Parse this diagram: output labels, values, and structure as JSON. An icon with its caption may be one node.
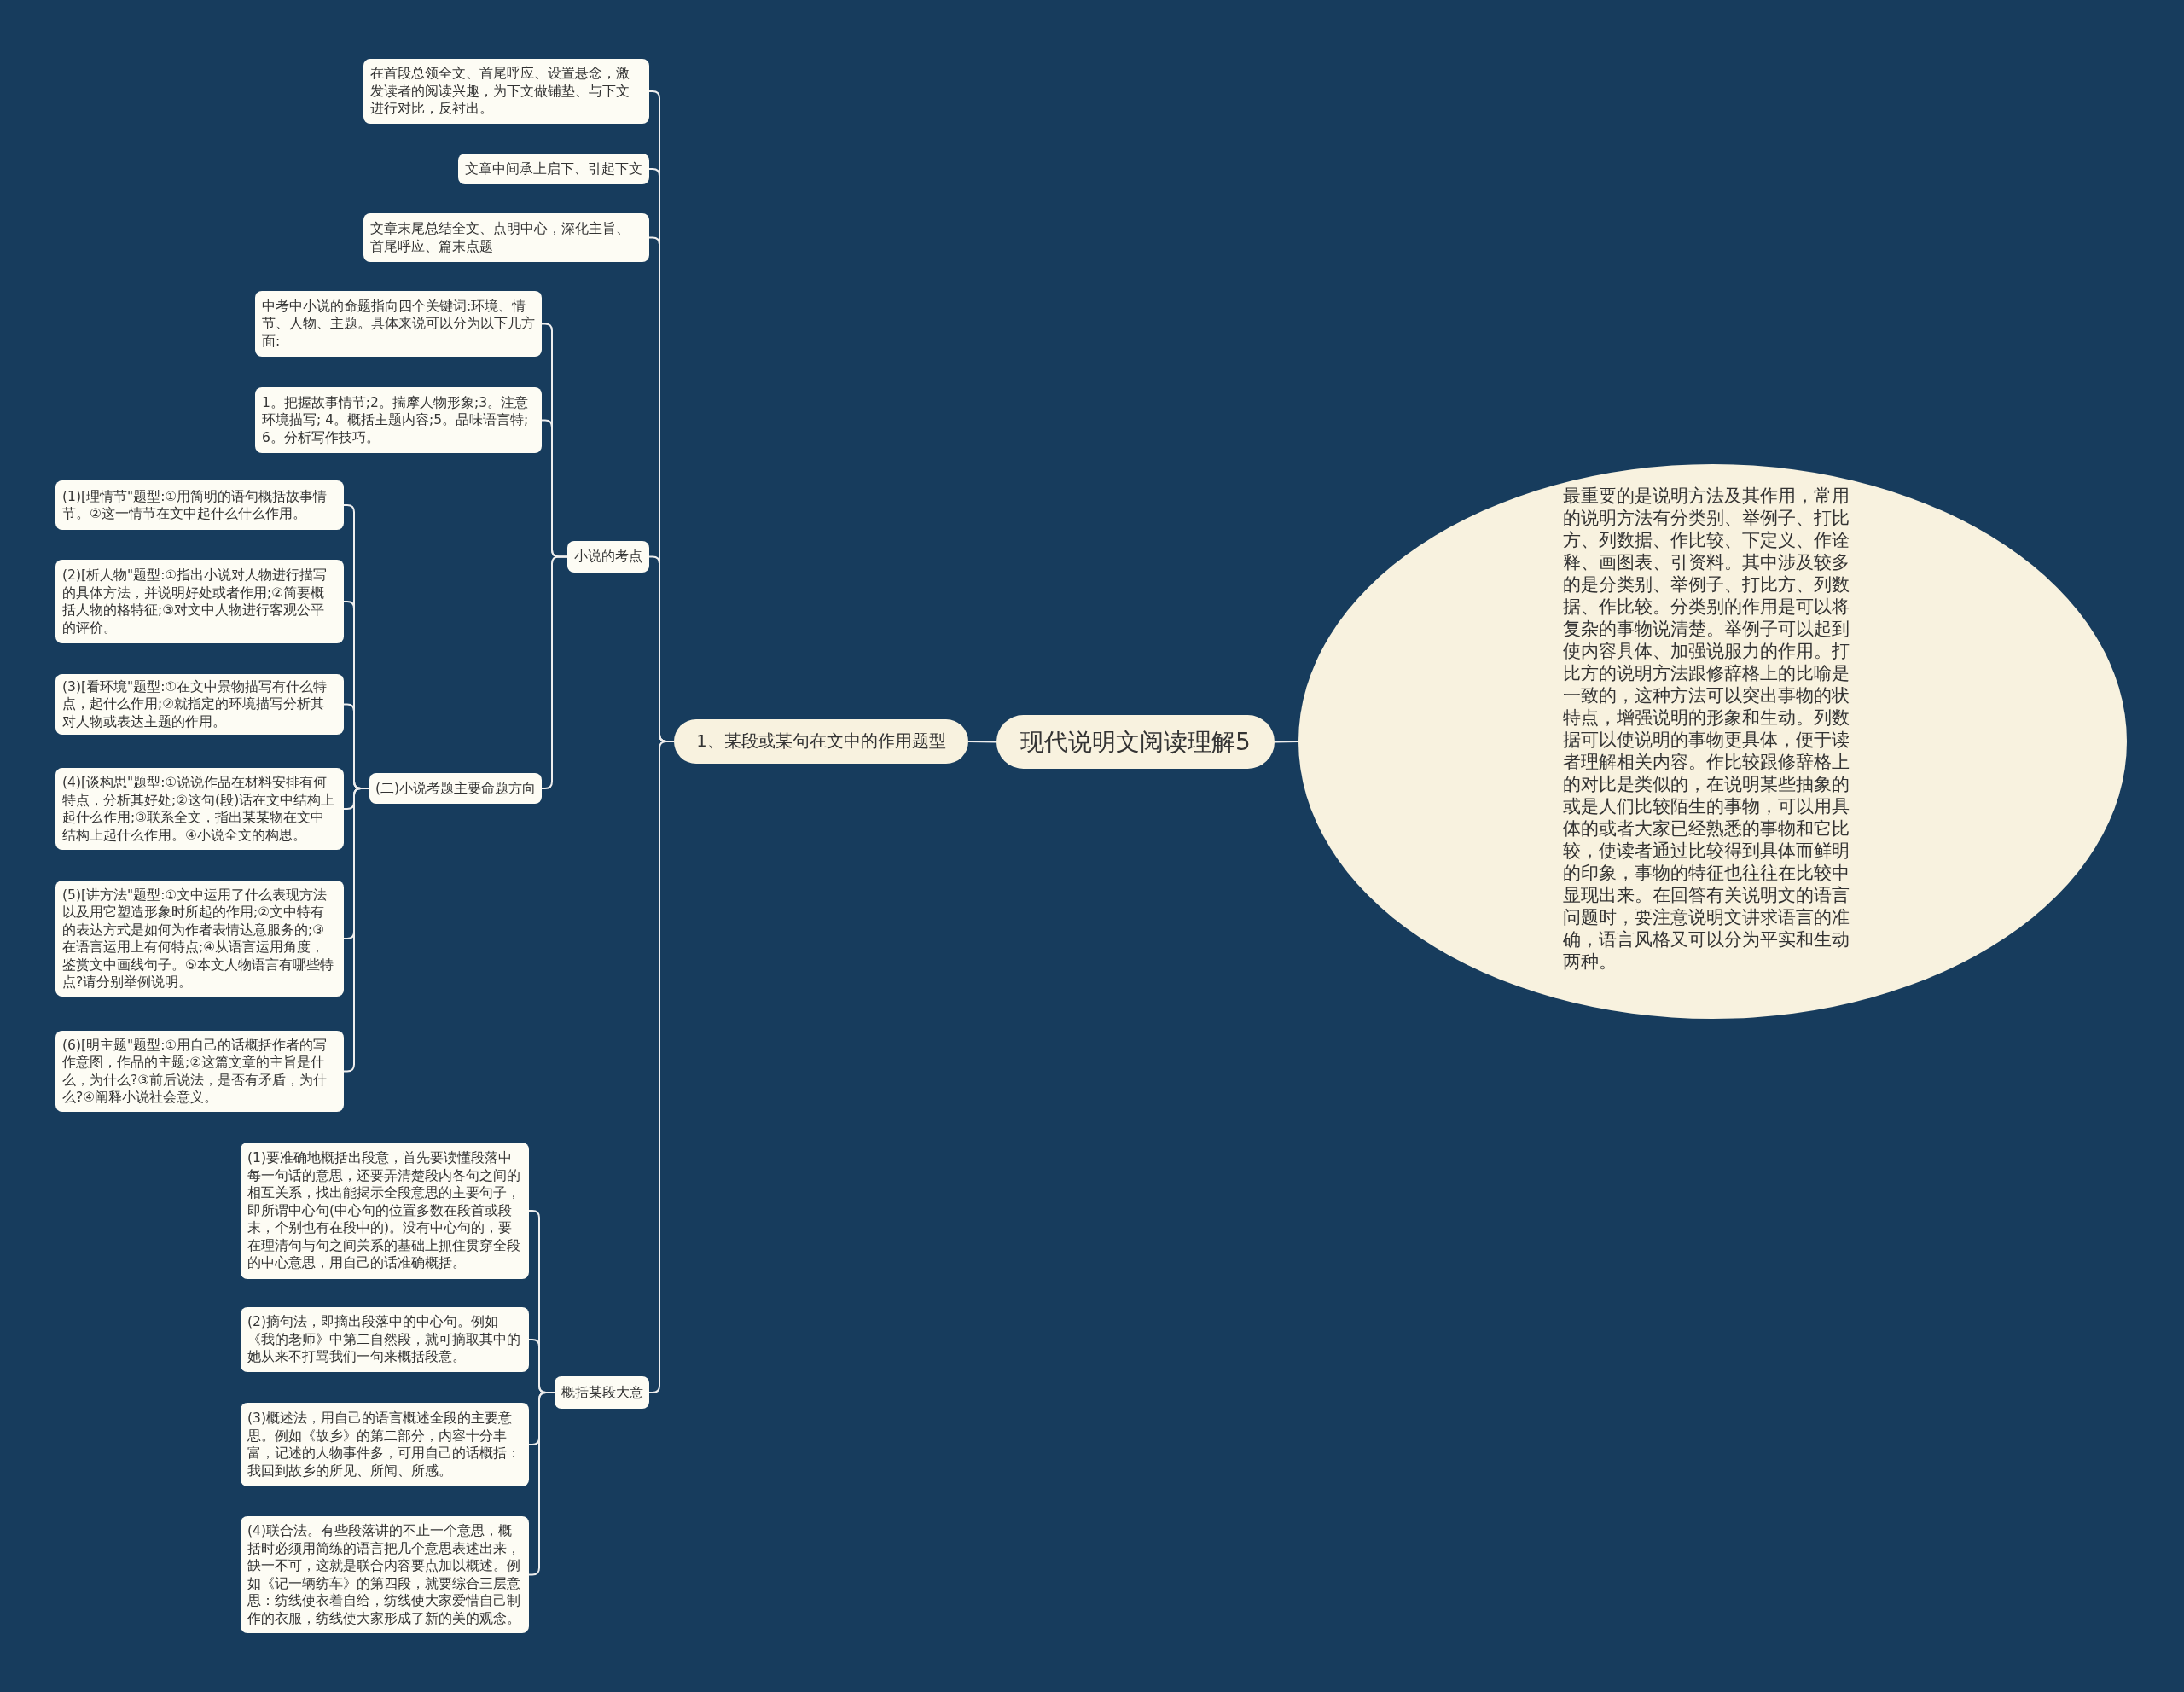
{
  "diagram": {
    "nodes": [
      {
        "text": [
          "现代说明文阅读理解5"
        ]
      },
      {
        "text": [
          "最重要的是说明方法及其作用，常用的说明方法有分类别、举例子、打比方、列数据、作比较、下定义、作诠释、画图表、引资料。其中涉及较多的是分类别、举例子、打比方、列数据、作比较。分类别的作用是可以将复杂的事物说清楚。举例子可以起到使内容具体、加强说服力的作用。打比方的说明方法跟修辞格上的比喻是一致的，这种方法可以突出事物的状特点，增强说明的形象和生动。列数据可以使说明的事物更具体，便于读者理解相关内容。作比较跟修辞格上的对比是类似的，在说明某些抽象的或是人们比较陌生的事物，可以用具体的或者大家已经熟悉的事物和它比较，使读者通过比较得到具体而鲜明的印象，事物的特征也往往在比较中显现出来。在回答有关说明文的语言问题时，要注意说明文讲求语言的准确，语言风格又可以分为平实和生动两种。"
        ]
      },
      {
        "text": [
          "1、某段或某句在文中的作用题型"
        ]
      },
      {
        "text": [
          "在首段总领全文、首尾呼应、设置悬念，激发读者的阅读兴趣，为下文做铺垫、与下文进行对比，反衬出。"
        ]
      },
      {
        "text": [
          "文章中间承上启下、引起下文"
        ]
      },
      {
        "text": [
          "文章末尾总结全文、点明中心，深化主旨、首尾呼应、篇末点题"
        ]
      },
      {
        "text": [
          "小说的考点"
        ]
      },
      {
        "text": [
          "中考中小说的命题指向四个关键词:环境、情节、人物、主题。具体来说可以分为以下几方面:"
        ]
      },
      {
        "text": [
          "1。把握故事情节;2。揣摩人物形象;3。注意环境描写; 4。概括主题内容;5。品味语言特;6。分析写作技巧。"
        ]
      },
      {
        "text": [
          "(二)小说考题主要命题方向"
        ]
      },
      {
        "text": [
          "(1)[理情节\"题型:①用简明的语句概括故事情节。②这一情节在文中起什么什么作用。"
        ]
      },
      {
        "text": [
          "(2)[析人物\"题型:①指出小说对人物进行描写的具体方法，并说明好处或者作用;②简要概括人物的格特征;③对文中人物进行客观公平的评价。"
        ]
      },
      {
        "text": [
          "(3)[看环境\"题型:①在文中景物描写有什么特点，起什么作用;②就指定的环境描写分析其对人物或表达主题的作用。"
        ]
      },
      {
        "text": [
          "(4)[谈构思\"题型:①说说作品在材料安排有何特点，分析其好处;②这句(段)话在文中结构上起什么作用;③联系全文，指出某某物在文中结构上起什么作用。④小说全文的构思。"
        ]
      },
      {
        "text": [
          "(5)[讲方法\"题型:①文中运用了什么表现方法以及用它塑造形象时所起的作用;②文中特有的表达方式是如何为作者表情达意服务的;③在语言运用上有何特点;④从语言运用角度，鉴赏文中画线句子。⑤本文人物语言有哪些特点?请分别举例说明。"
        ]
      },
      {
        "text": [
          "(6)[明主题\"题型:①用自己的话概括作者的写作意图，作品的主题;②这篇文章的主旨是什么，为什么?③前后说法，是否有矛盾，为什么?④阐释小说社会意义。"
        ]
      },
      {
        "text": [
          "概括某段大意"
        ]
      },
      {
        "text": [
          "(1)要准确地概括出段意，首先要读懂段落中每一句话的意思，还要弄清楚段内各句之间的相互关系，找出能揭示全段意思的主要句子，即所谓中心句(中心句的位置多数在段首或段末，个别也有在段中的)。没有中心句的，要在理清句与句之间关系的基础上抓住贯穿全段的中心意思，用自己的话准确概括。"
        ]
      },
      {
        "text": [
          "(2)摘句法，即摘出段落中的中心句。例如《我的老师》中第二自然段，就可摘取其中的她从来不打骂我们一句来概括段意。"
        ]
      },
      {
        "text": [
          "(3)概述法，用自己的语言概述全段的主要意思。例如《故乡》的第二部分，内容十分丰富，记述的人物事件多，可用自己的话概括：我回到故乡的所见、所闻、所感。"
        ]
      },
      {
        "text": [
          "(4)联合法。有些段落讲的不止一个意思，概括时必须用简练的语言把几个意思表述出来，缺一不可，这就是联合内容要点加以概述。例如《记一辆纺车》的第四段，就要综合三层意思：纺线使衣着自给，纺线使大家爱惜自己制作的衣服，纺线使大家形成了新的美的观念。"
        ]
      }
    ],
    "edges": [
      {
        "from": 0,
        "to": 1,
        "arrow": "none"
      },
      {
        "from": 0,
        "to": 2,
        "arrow": "none"
      },
      {
        "from": 2,
        "to": 3,
        "arrow": "none"
      },
      {
        "from": 2,
        "to": 4,
        "arrow": "none"
      },
      {
        "from": 2,
        "to": 5,
        "arrow": "none"
      },
      {
        "from": 2,
        "to": 6,
        "arrow": "none"
      },
      {
        "from": 2,
        "to": 16,
        "arrow": "none"
      },
      {
        "from": 6,
        "to": 7,
        "arrow": "none"
      },
      {
        "from": 6,
        "to": 8,
        "arrow": "none"
      },
      {
        "from": 6,
        "to": 9,
        "arrow": "none"
      },
      {
        "from": 9,
        "to": 10,
        "arrow": "none"
      },
      {
        "from": 9,
        "to": 11,
        "arrow": "none"
      },
      {
        "from": 9,
        "to": 12,
        "arrow": "none"
      },
      {
        "from": 9,
        "to": 13,
        "arrow": "none"
      },
      {
        "from": 9,
        "to": 14,
        "arrow": "none"
      },
      {
        "from": 9,
        "to": 15,
        "arrow": "none"
      },
      {
        "from": 16,
        "to": 17,
        "arrow": "none"
      },
      {
        "from": 16,
        "to": 18,
        "arrow": "none"
      },
      {
        "from": 16,
        "to": 19,
        "arrow": "none"
      },
      {
        "from": 16,
        "to": 20,
        "arrow": "none"
      }
    ]
  }
}
